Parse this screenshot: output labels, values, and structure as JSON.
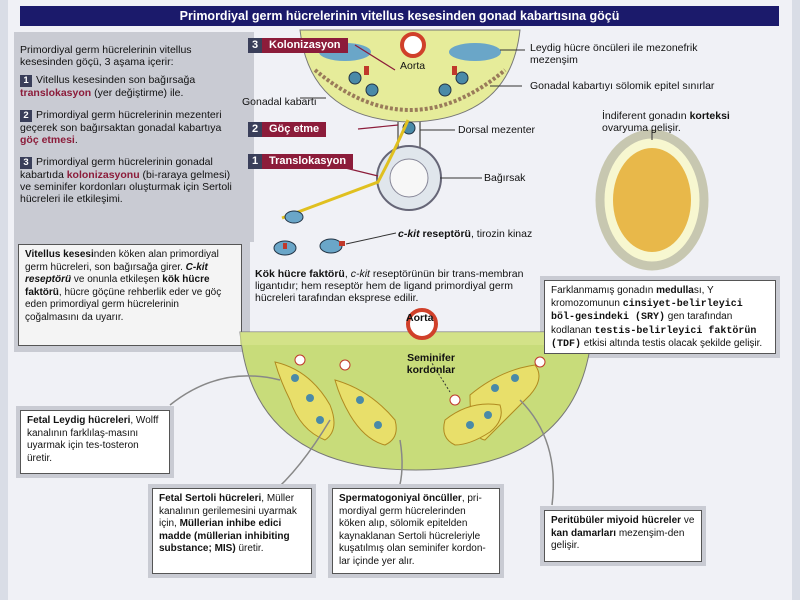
{
  "header": {
    "title": "Primordiyal germ hücrelerinin vitellus kesesinden gonad kabartısına göçü"
  },
  "intro": {
    "lead": "Primordiyal germ hücrelerinin vitellus kesesinden göçü, 3 aşama içerir:",
    "step1_pre": "Vitellus kesesinden son bağırsağa ",
    "step1_key": "translokasyon",
    "step1_post": " (yer değiştirme) ile.",
    "step2_pre": "Primordiyal germ hücrelerinin mezenteri geçerek son bağırsaktan gonadal kabartıya ",
    "step2_key": "göç etmesi",
    "step2_post": ".",
    "step3_pre": "Primordiyal germ hücrelerinin gonadal kabartıda ",
    "step3_key": "kolonizasyonu",
    "step3_post": " (bi-raraya gelmesi) ve seminifer kordonları oluşturmak için Sertoli hücreleri ile etkileşimi.",
    "numbers": [
      "1",
      "2",
      "3"
    ]
  },
  "vitellus_box": {
    "p1_key": "Vitellus kesesi",
    "p1_rest": "nden köken alan primordiyal germ hücreleri, son bağırsağa girer. ",
    "p2_key": "C-kit reseptörü",
    "p2_rest": " ve onunla etkileşen ",
    "p3_key": "kök hücre faktörü",
    "p3_rest": ", hücre göçüne rehberlik eder ve göç eden primordiyal germ hücrelerinin çoğalmasını da uyarır."
  },
  "steps": [
    {
      "n": "3",
      "label": "Kolonizasyon"
    },
    {
      "n": "2",
      "label": "Göç etme"
    },
    {
      "n": "1",
      "label": "Translokasyon"
    }
  ],
  "diagram": {
    "aorta_top": "Aorta",
    "aorta_bottom": "Aorta",
    "gonadal_kabarti": "Gonadal kabartı",
    "dorsal_mezenter": "Dorsal mezenter",
    "bagirsak": "Bağırsak",
    "leydig_onculeri": "Leydig hücre öncüleri ile mezonefrik mezenşim",
    "gonadal_epitel": "Gonadal kabartıyı sölomik epitel sınırlar",
    "ckit_key": "c-kit",
    "ckit_key2": " reseptörü",
    "ckit_rest": ", tirozin kinaz",
    "kok_hucre_key": "Kök hücre faktörü",
    "kok_hucre_mid": ", ",
    "kok_hucre_ckit": "c-kit",
    "kok_hucre_rest": " reseptörünün bir trans-membran ligantıdır; hem reseptör hem de ligand primordiyal germ hücreleri tarafından eksprese edilir.",
    "seminifer": "Seminifer kordonlar",
    "indiferent_pre": "İndiferent gonadın ",
    "indiferent_key": "korteksi",
    "indiferent_post": " ovaryuma gelişir."
  },
  "medulla_box": {
    "pre": "Farklanmamış gonadın ",
    "key1": "medulla",
    "mid1": "sı, Y kromozomunun ",
    "key2": "cinsiyet-belirleyici böl-gesindeki (SRY)",
    "mid2": " gen tarafından kodlanan ",
    "key3": "testis-belirleyici faktörün (TDF)",
    "post": " etkisi altında testis olacak şekilde gelişir."
  },
  "bottom_boxes": {
    "leydig_key": "Fetal Leydig hücreleri",
    "leydig_rest": ", Wolff kanalının farklılaş-masını uyarmak için tes-tosteron üretir.",
    "sertoli_key": "Fetal Sertoli hücreleri",
    "sertoli_mid": ", Müller kanalının gerilemesini uyarmak için, ",
    "sertoli_key2": "Müllerian inhibe edici madde (müllerian inhibiting substance; MIS)",
    "sertoli_post": " üretir.",
    "sperm_key": "Spermatogoniyal öncüller",
    "sperm_rest": ", pri-mordiyal germ hücrelerinden köken alıp, sölomik epitelden kaynaklanan Sertoli hücreleriyle kuşatılmış olan seminifer kordon-lar içinde yer alır.",
    "peri_key": "Peritübüler miyoid hücreler",
    "peri_mid": " ve ",
    "peri_key2": "kan damarları",
    "peri_post": " mezenşim-den gelişir."
  },
  "colors": {
    "title_bg": "#1b1a6b",
    "step_bg": "#8c1c3a",
    "number_bg": "#3a3f5a",
    "gonad_green": "#c8dc7a",
    "cell_blue": "#6aa6c8",
    "aorta_red": "#d0402a"
  }
}
